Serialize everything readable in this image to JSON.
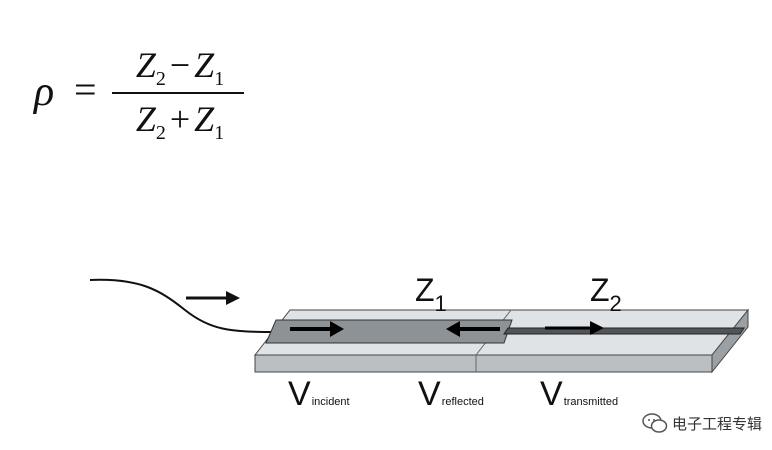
{
  "formula": {
    "lhs": "ρ",
    "equals": "=",
    "numerator": {
      "a": "Z",
      "a_sub": "2",
      "op": "−",
      "b": "Z",
      "b_sub": "1"
    },
    "denominator": {
      "a": "Z",
      "a_sub": "2",
      "op": "+",
      "b": "Z",
      "b_sub": "1"
    }
  },
  "diagram": {
    "z1": {
      "main": "Z",
      "sub": "1"
    },
    "z2": {
      "main": "Z",
      "sub": "2"
    },
    "labels": [
      {
        "main": "V",
        "sub": "incident"
      },
      {
        "main": "V",
        "sub": "reflected"
      },
      {
        "main": "V",
        "sub": "transmitted"
      }
    ]
  },
  "watermark": {
    "text": "电子工程专辑"
  },
  "colors": {
    "line": "#111111",
    "board_top": "#dfe3e6",
    "board_side": "#9aa0a4",
    "trace_z1": "#8c9296",
    "trace_z2": "#4f5559"
  }
}
